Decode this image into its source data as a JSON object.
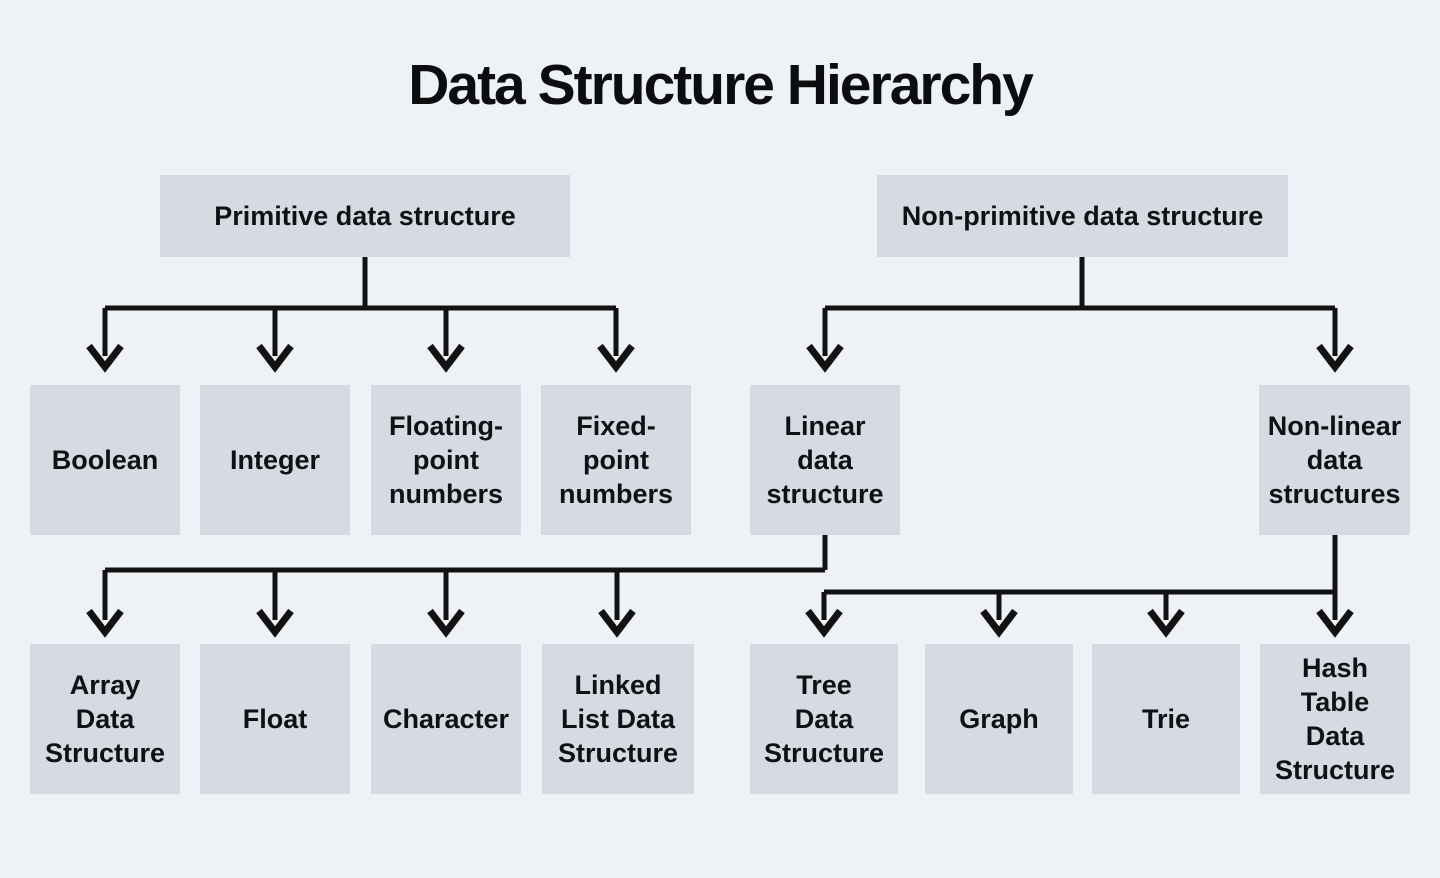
{
  "title": "Data Structure Hierarchy",
  "colors": {
    "background": "#eef1f6",
    "node_fill": "#d5dae3",
    "connector": "#121212",
    "text": "#101113"
  },
  "nodes": {
    "primitive": {
      "label": "Primitive data structure"
    },
    "non_primitive": {
      "label": "Non-primitive data structure"
    },
    "boolean": {
      "label": "Boolean"
    },
    "integer": {
      "label": "Integer"
    },
    "floating_point": {
      "label": "Floating-\npoint\nnumbers"
    },
    "fixed_point": {
      "label": "Fixed-\npoint\nnumbers"
    },
    "linear": {
      "label": "Linear\ndata\nstructure"
    },
    "non_linear": {
      "label": "Non-linear\ndata\nstructures"
    },
    "array": {
      "label": "Array\nData\nStructure"
    },
    "float": {
      "label": "Float"
    },
    "character": {
      "label": "Character"
    },
    "linked_list": {
      "label": "Linked\nList Data\nStructure"
    },
    "tree": {
      "label": "Tree\nData\nStructure"
    },
    "graph": {
      "label": "Graph"
    },
    "trie": {
      "label": "Trie"
    },
    "hash_table": {
      "label": "Hash\nTable\nData\nStructure"
    }
  },
  "hierarchy": {
    "primitive": [
      "boolean",
      "integer",
      "floating_point",
      "fixed_point"
    ],
    "non_primitive": [
      "linear",
      "non_linear"
    ],
    "linear": [
      "array",
      "float",
      "character",
      "linked_list"
    ],
    "non_linear": [
      "tree",
      "graph",
      "trie",
      "hash_table"
    ]
  }
}
